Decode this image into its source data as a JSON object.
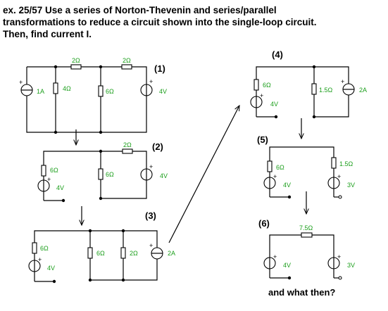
{
  "problem": {
    "line1": "ex. 25/57 Use a series of Norton-Thevenin and series/parallel",
    "line2": "transformations to reduce a circuit shown into the single-loop circuit.",
    "line3": "Then, find current I."
  },
  "steps": {
    "s1": "(1)",
    "s2": "(2)",
    "s3": "(3)",
    "s4": "(4)",
    "s5": "(5)",
    "s6": "(6)"
  },
  "c1": {
    "src_left": "1A",
    "r_top1": "2Ω",
    "r_top2": "2Ω",
    "r_v1": "4Ω",
    "r_v2": "6Ω",
    "src_right": "4V"
  },
  "c2": {
    "r_left": "6Ω",
    "src_left": "4V",
    "r_top": "2Ω",
    "r_mid": "6Ω",
    "src_right": "4V"
  },
  "c3": {
    "r_left": "6Ω",
    "src_left": "4V",
    "r_mid1": "6Ω",
    "r_mid2": "2Ω",
    "src_right": "2A"
  },
  "c4": {
    "r_left": "6Ω",
    "src_left": "4V",
    "r_mid": "1.5Ω",
    "src_right": "2A"
  },
  "c5": {
    "r_left": "6Ω",
    "src_left": "4V",
    "r_right": "1.5Ω",
    "src_right": "3V"
  },
  "c6": {
    "r_top": "7.5Ω",
    "src_left": "4V",
    "src_right": "3V"
  },
  "question": "and what then?"
}
